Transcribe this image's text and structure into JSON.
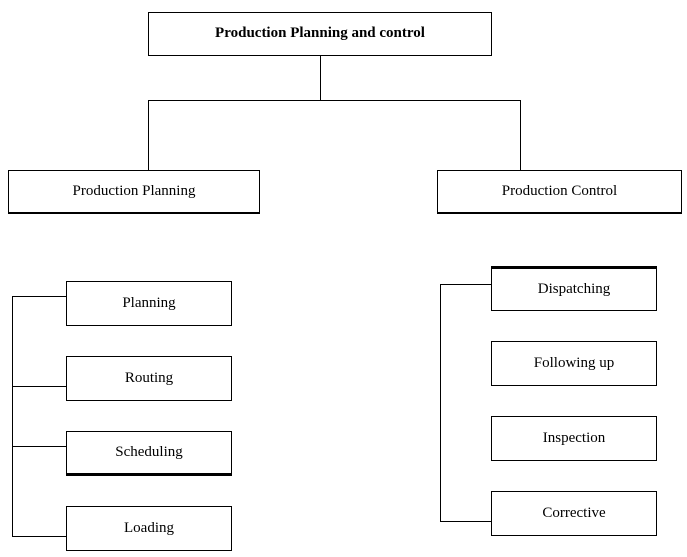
{
  "diagram": {
    "title": "Production Planning and control",
    "type": "hierarchy-tree",
    "colors": {
      "background": "#ffffff",
      "line": "#000000",
      "text": "#000000"
    },
    "root": {
      "label": "Production Planning and control"
    },
    "branches": [
      {
        "label": "Production Planning",
        "children": [
          {
            "label": "Planning"
          },
          {
            "label": "Routing"
          },
          {
            "label": "Scheduling"
          },
          {
            "label": "Loading"
          }
        ]
      },
      {
        "label": "Production Control",
        "children": [
          {
            "label": "Dispatching"
          },
          {
            "label": "Following up"
          },
          {
            "label": "Inspection"
          },
          {
            "label": "Corrective"
          }
        ]
      }
    ]
  }
}
